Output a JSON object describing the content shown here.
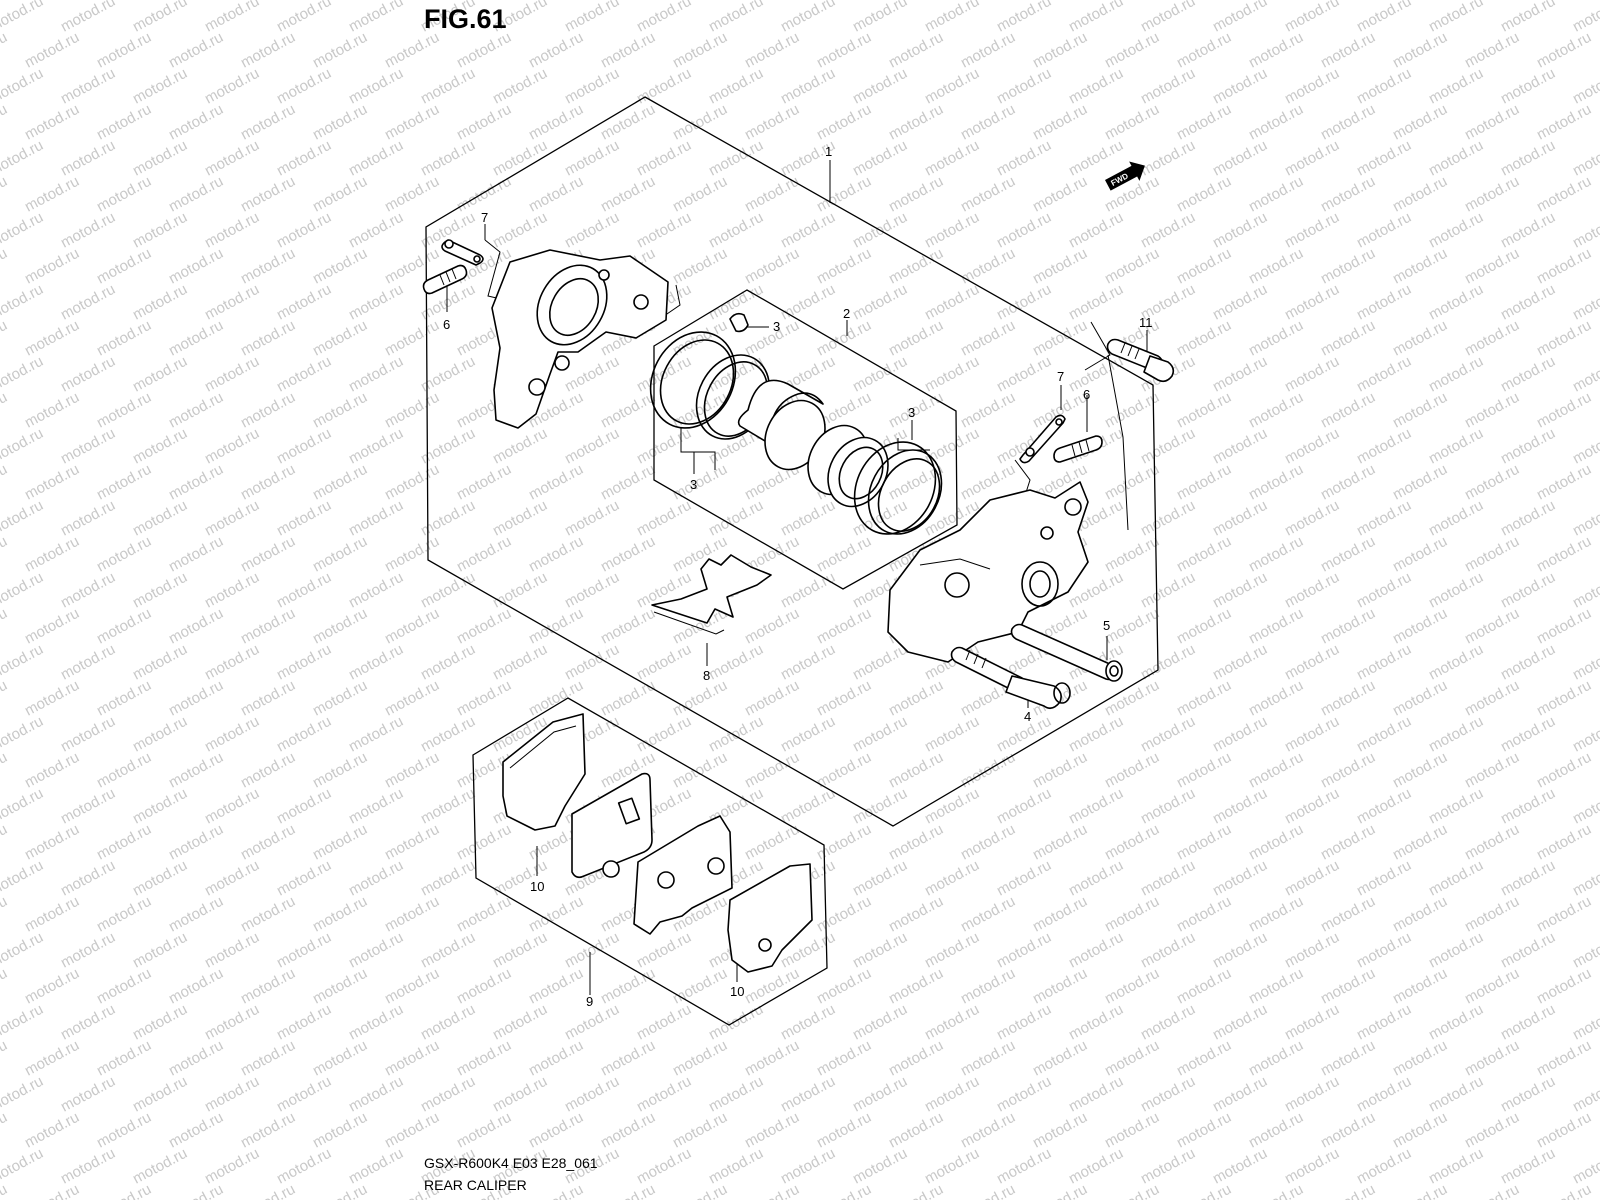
{
  "figure": {
    "title": "FIG.61",
    "model_code": "GSX-R600K4 E03 E28_061",
    "caption": "REAR CALIPER",
    "watermark_text": "motod.ru",
    "direction_badge": "FWD"
  },
  "callouts": [
    {
      "id": "c1",
      "label": "1"
    },
    {
      "id": "c2",
      "label": "2"
    },
    {
      "id": "c3a",
      "label": "3"
    },
    {
      "id": "c3b",
      "label": "3"
    },
    {
      "id": "c3c",
      "label": "3"
    },
    {
      "id": "c4",
      "label": "4"
    },
    {
      "id": "c5",
      "label": "5"
    },
    {
      "id": "c6a",
      "label": "6"
    },
    {
      "id": "c6b",
      "label": "6"
    },
    {
      "id": "c7a",
      "label": "7"
    },
    {
      "id": "c7b",
      "label": "7"
    },
    {
      "id": "c8",
      "label": "8"
    },
    {
      "id": "c9",
      "label": "9"
    },
    {
      "id": "c10a",
      "label": "10"
    },
    {
      "id": "c10b",
      "label": "10"
    },
    {
      "id": "c11",
      "label": "11"
    }
  ],
  "colors": {
    "line": "#000000",
    "watermark": "#c8c8c8",
    "background": "#ffffff"
  }
}
